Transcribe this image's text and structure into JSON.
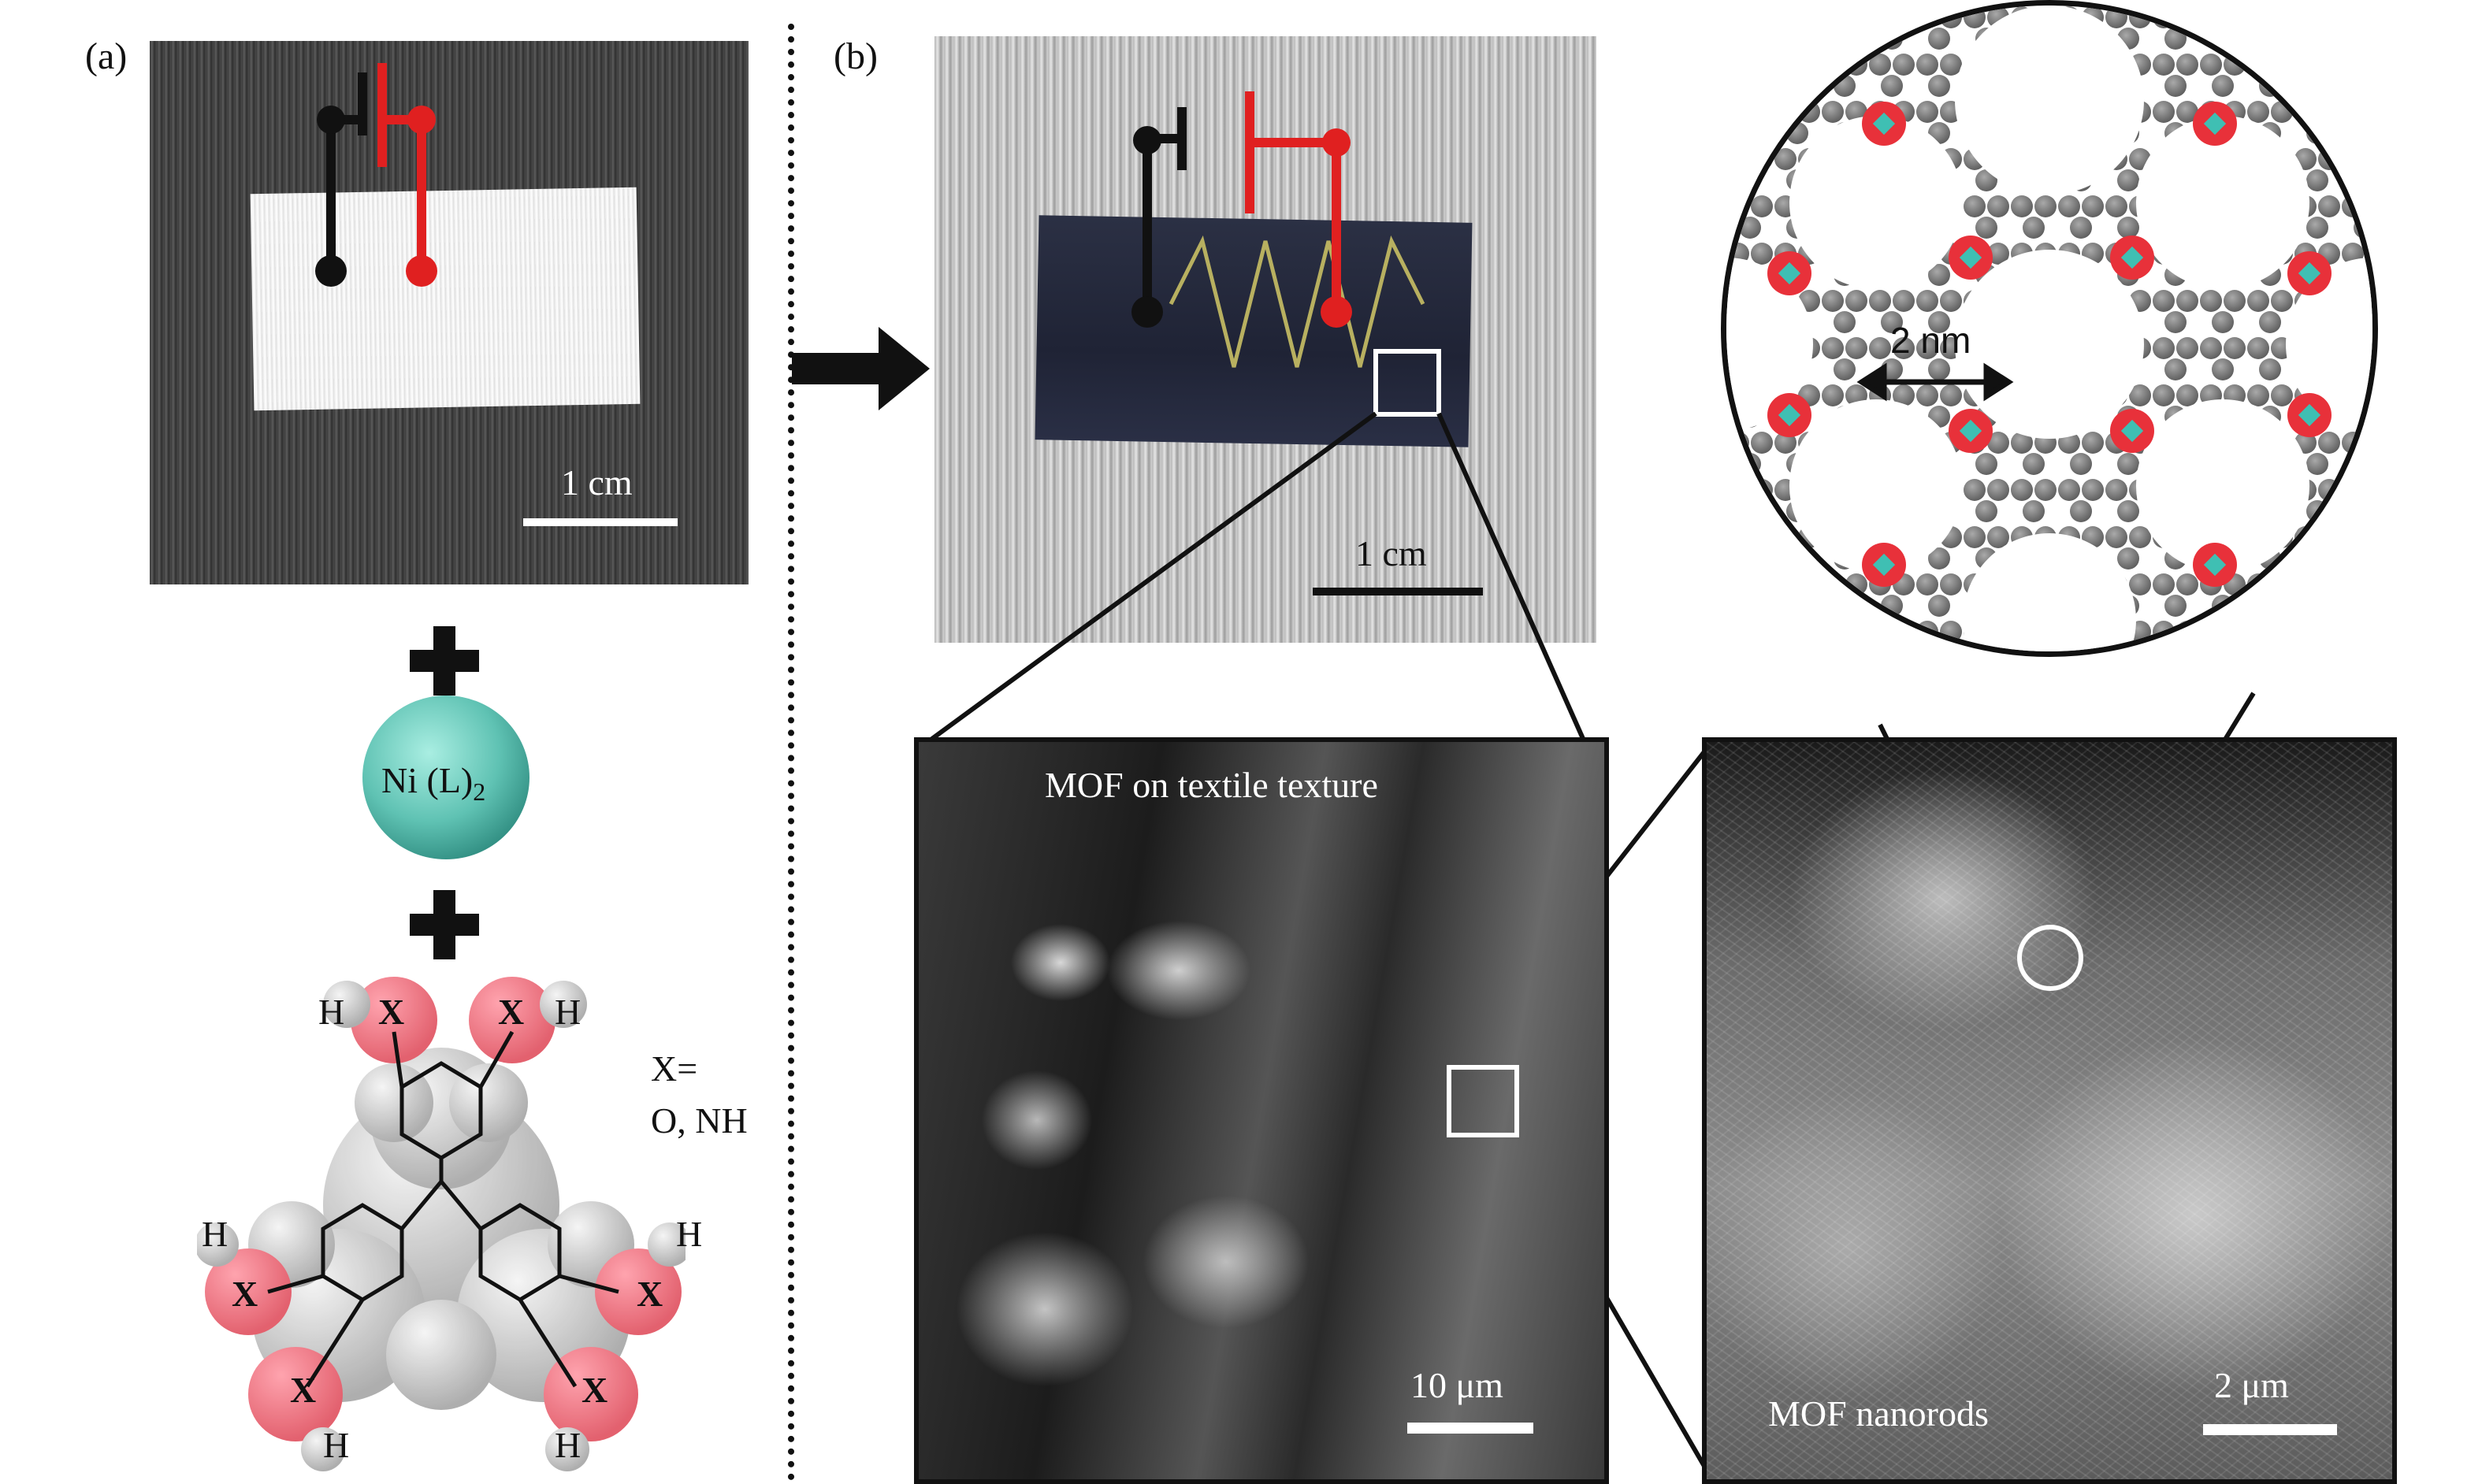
{
  "panels": {
    "a": {
      "letter": "(a)"
    },
    "b": {
      "letter": "(b)"
    }
  },
  "panel_a": {
    "scale_bar_label": "1 cm",
    "metal_label_main": "Ni (L)",
    "metal_label_sub": "2",
    "ligand_atom": "X",
    "hydrogen": "H",
    "x_definition_line1": "X=",
    "x_definition_line2": "O, NH"
  },
  "panel_b": {
    "photo_scale_bar_label": "1 cm",
    "pore_size_label": "2 nm",
    "sem1_caption": "MOF on textile texture",
    "sem1_scale_label": "10 μm",
    "sem2_caption": "MOF nanorods",
    "sem2_scale_label": "2 μm"
  },
  "colors": {
    "electrode_black": "#111111",
    "electrode_red": "#e02020",
    "nickel_sphere": "#5fc2b3",
    "oxygen_red": "#e8313a",
    "carbon_gray": "#7a7a7a",
    "serpentine_yellow": "#b8b060"
  }
}
